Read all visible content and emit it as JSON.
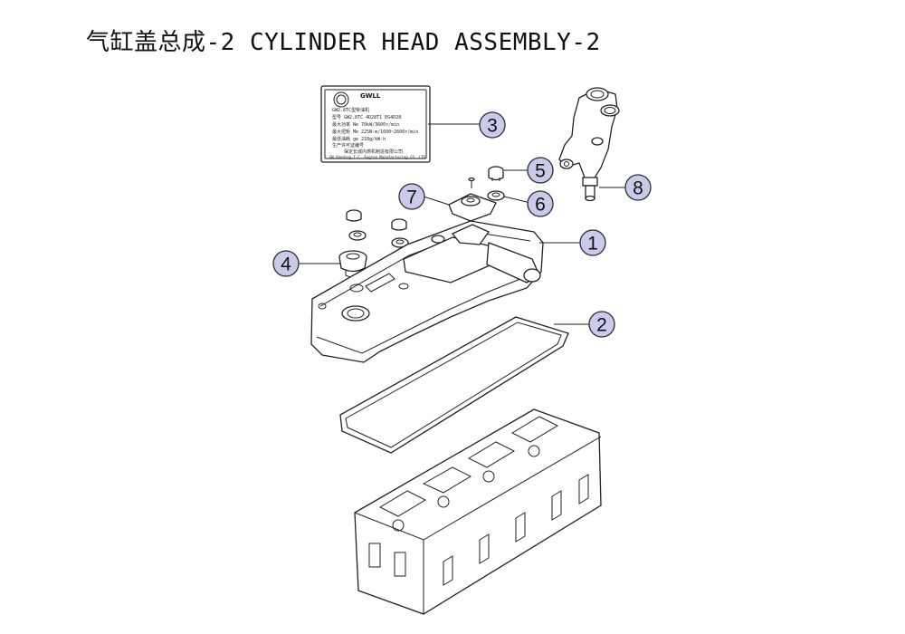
{
  "title": "气缸盖总成-2 CYLINDER HEAD ASSEMBLY-2",
  "nameplate": {
    "brand": "GWLL",
    "lines": [
      "GW2.8TC型柴油机",
      "型号  GW2.8TC  4D28T1  EG4D28",
      "最大功率   Ne   70kW/3600r/min",
      "最大扭矩   Me   225N·m/1600~2600r/min",
      "最低油耗   ge   218g/kW·h",
      "生产许可证编号",
      "保定长城内燃机制造有限公司",
      "GW Baoding I.C. Engine Manufacturing CO.,LTD"
    ]
  },
  "callouts": [
    {
      "id": "1"
    },
    {
      "id": "2"
    },
    {
      "id": "3"
    },
    {
      "id": "4"
    },
    {
      "id": "5"
    },
    {
      "id": "6"
    },
    {
      "id": "7"
    },
    {
      "id": "8"
    }
  ],
  "colors": {
    "callout_fill": "#c9cbe9",
    "callout_stroke": "#2b2b3a",
    "line": "#222222"
  }
}
